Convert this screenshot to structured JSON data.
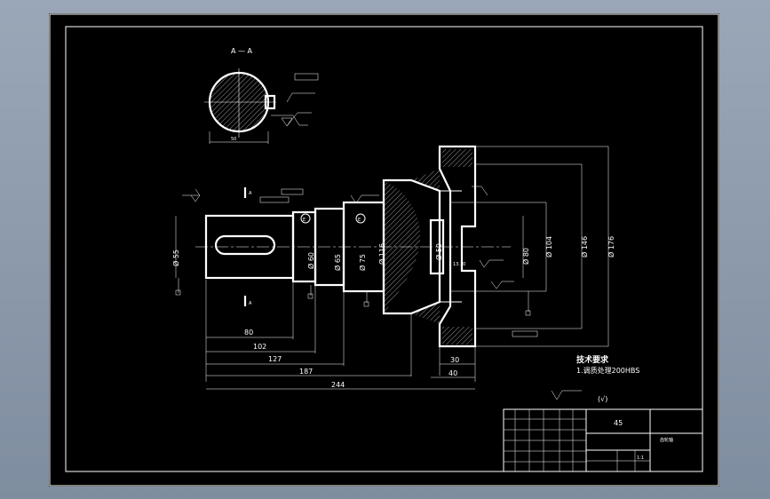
{
  "colors": {
    "background": "#8c99ab",
    "paper": "#000000",
    "lines": "#ffffff"
  },
  "section_label": "A — A",
  "section_marker": "A",
  "dimensions": {
    "horiz": [
      "80",
      "102",
      "127",
      "187",
      "244",
      "30",
      "40"
    ],
    "diam": [
      "Ø 55",
      "Ø 60",
      "Ø 65",
      "Ø 75",
      "Ø 116",
      "Ø 50",
      "Ø 80",
      "Ø 104",
      "Ø 146",
      "Ø 176"
    ],
    "key_width": "50",
    "misc": "13.10"
  },
  "datum": "E",
  "tech_req_title": "技术要求",
  "tech_req_item": "1.调质处理200HBS",
  "general_roughness": "(√)",
  "title_block": {
    "material": "45",
    "part_name": "齿轮轴",
    "scale": "1:1"
  }
}
